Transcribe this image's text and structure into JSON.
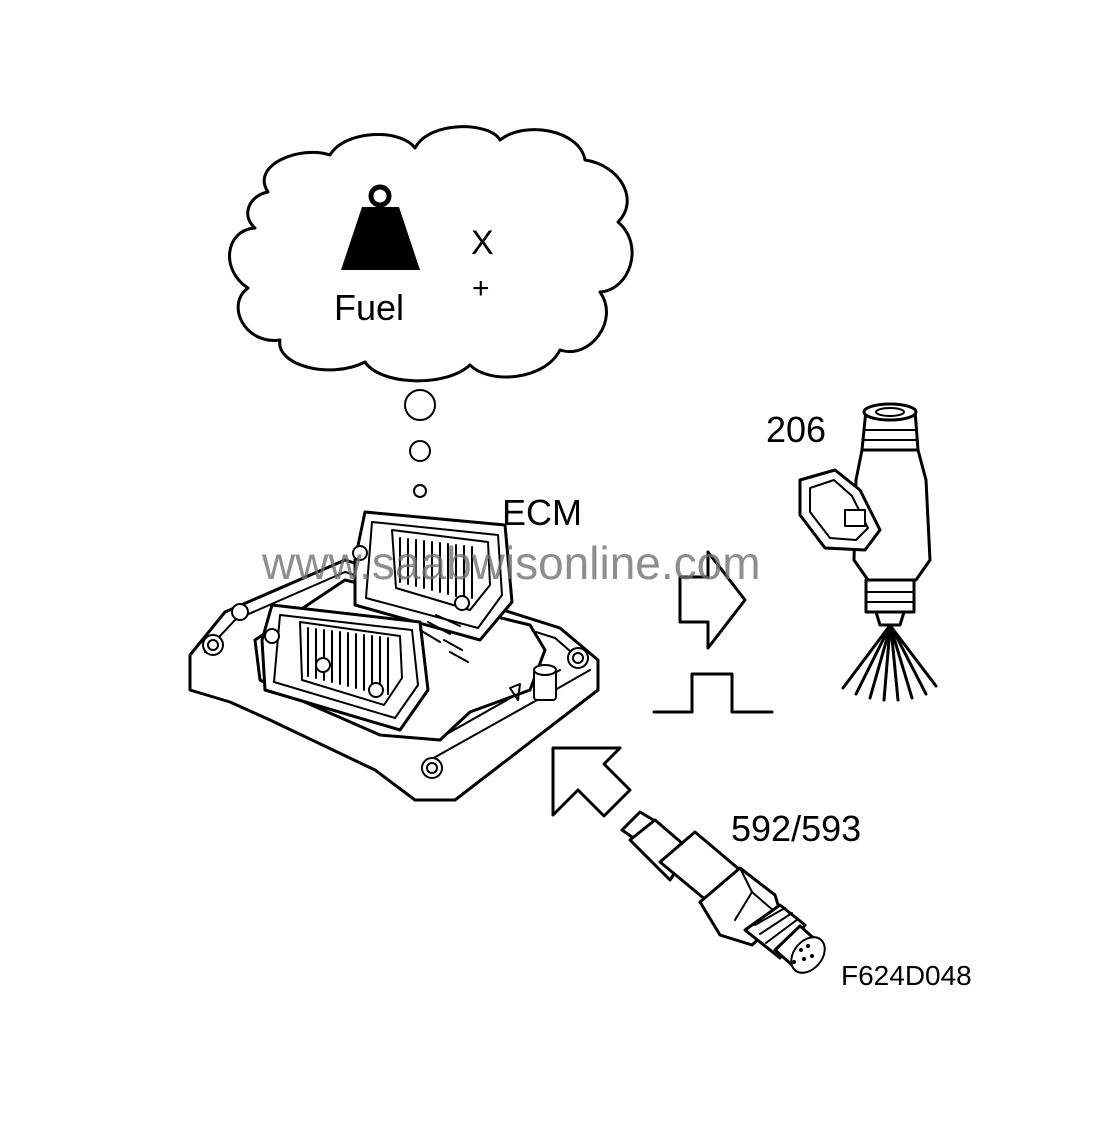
{
  "labels": {
    "fuel": "Fuel",
    "multiply": "X",
    "plus": "+",
    "ecm": "ECM",
    "injector": "206",
    "oxygen_sensor": "592/593",
    "figure_code": "F624D048"
  },
  "watermark": "www.saabwisonline.com",
  "icons": {
    "weight": "weight-icon",
    "thought_cloud": "thought-cloud-icon",
    "output_arrow": "right-arrow-icon",
    "input_arrow": "up-left-arrow-icon",
    "pulse": "square-pulse-icon"
  },
  "colors": {
    "line": "#000000",
    "background": "#ffffff",
    "watermark": "#6e6e6e"
  }
}
